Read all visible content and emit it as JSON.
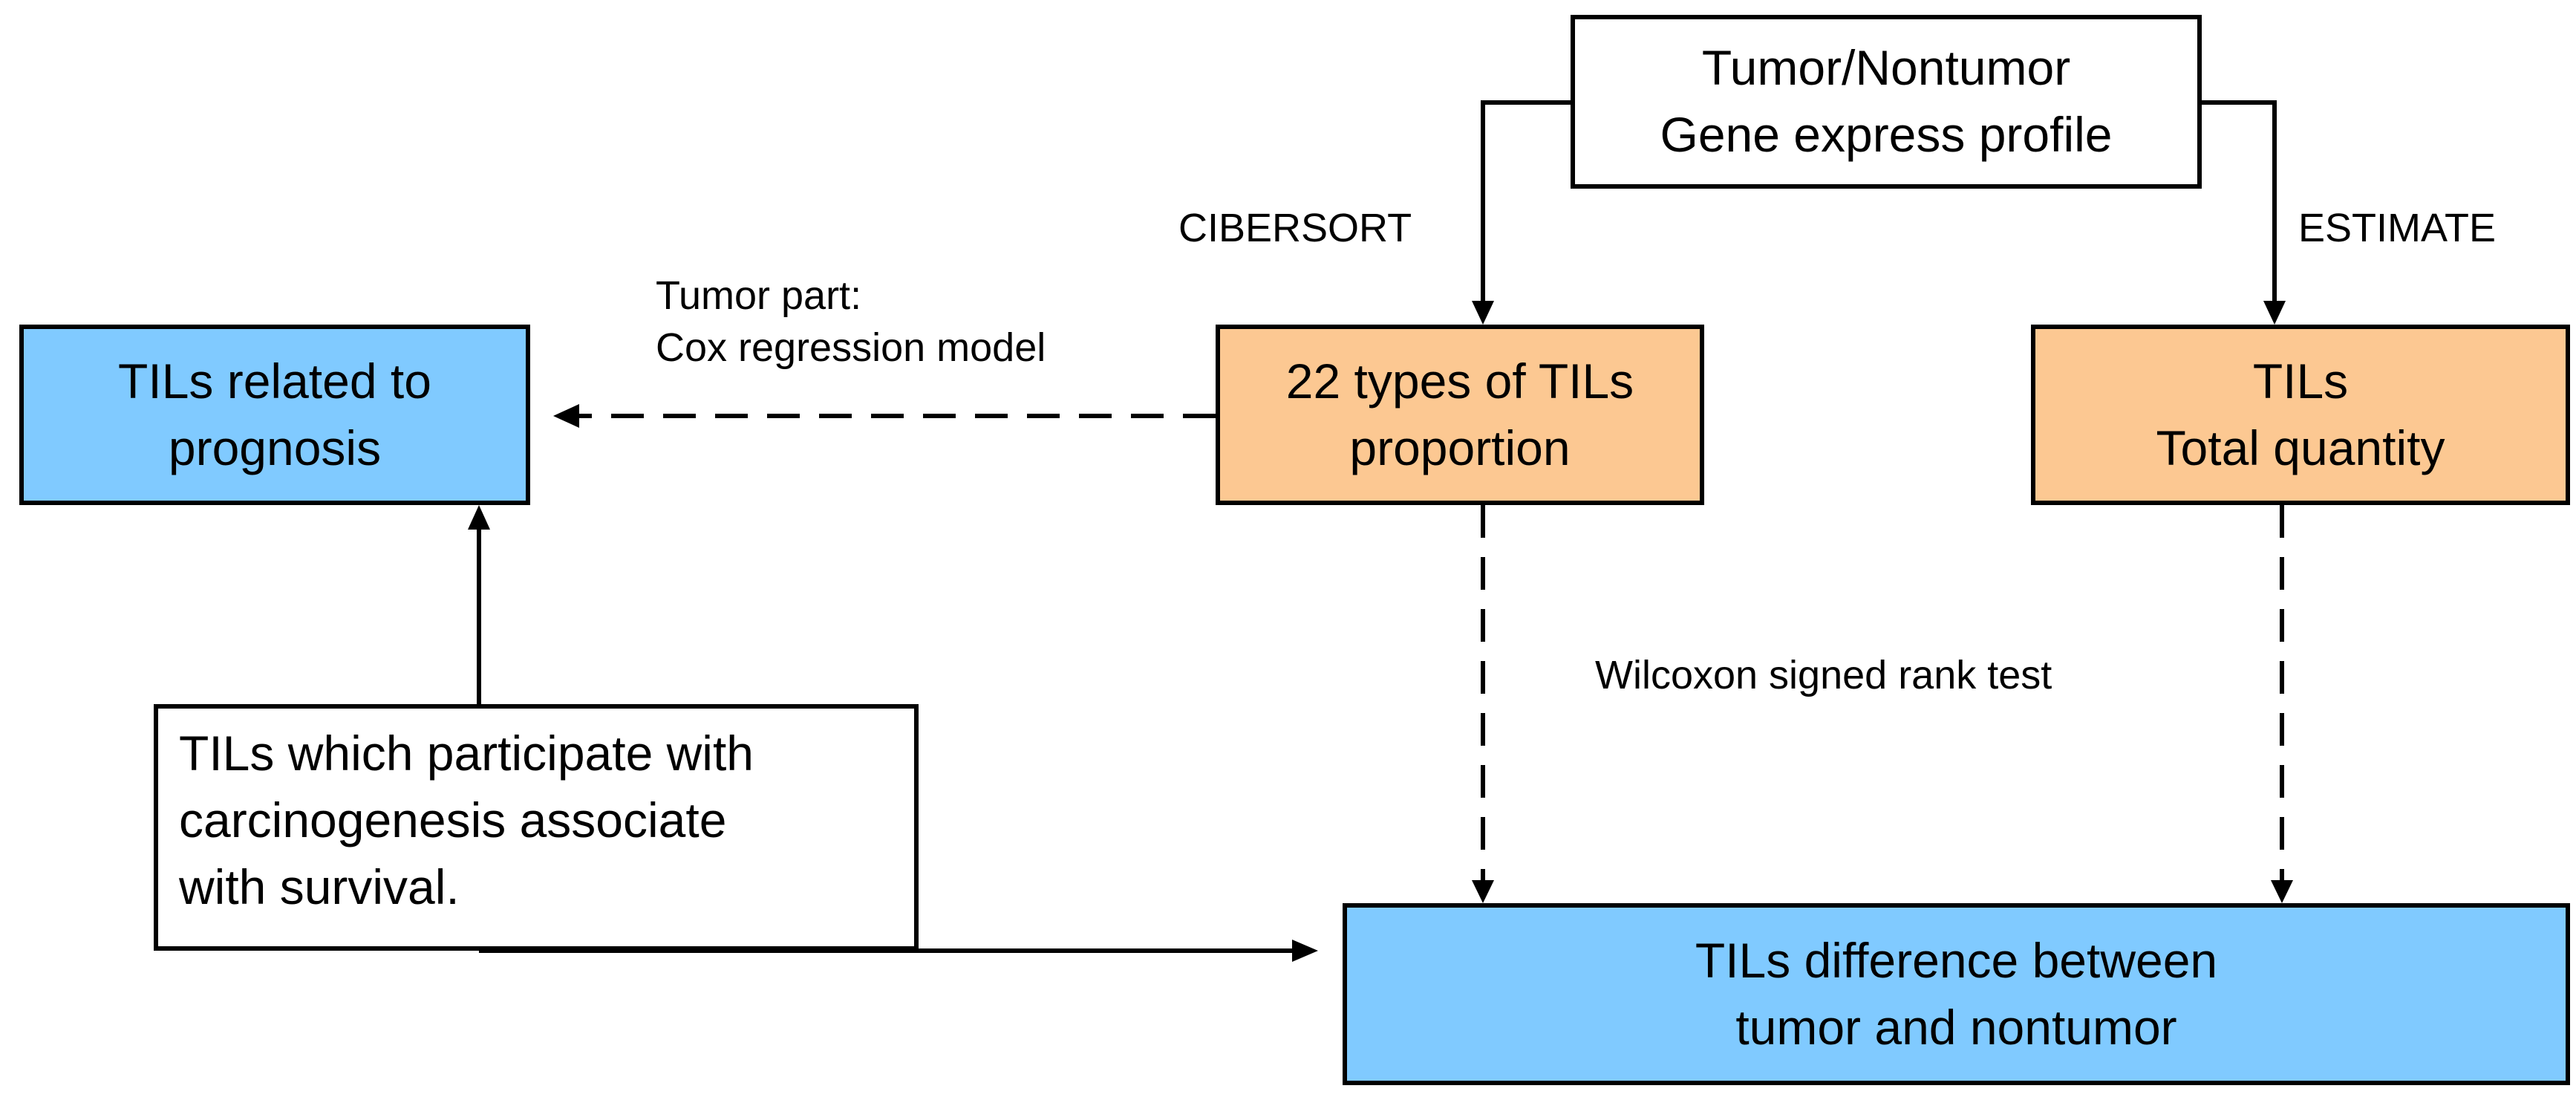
{
  "nodes": {
    "profile": {
      "lines": [
        "Tumor/Nontumor",
        "Gene express profile"
      ],
      "fill": "#ffffff"
    },
    "tils_types": {
      "lines": [
        "22 types of TILs",
        "proportion"
      ],
      "fill": "#fcc892"
    },
    "tils_total": {
      "lines": [
        "TILs",
        "Total quantity"
      ],
      "fill": "#fcc892"
    },
    "prognosis": {
      "lines": [
        "TILs related to",
        "prognosis"
      ],
      "fill": "#80caff"
    },
    "carcinogenesis": {
      "lines": [
        "TILs which participate with",
        "carcinogenesis associate",
        "with survival."
      ],
      "fill": "#ffffff"
    },
    "difference": {
      "lines": [
        "TILs difference between",
        "tumor and nontumor"
      ],
      "fill": "#80caff"
    }
  },
  "edge_labels": {
    "cibersort": "CIBERSORT",
    "estimate": "ESTIMATE",
    "tumor_part": [
      "Tumor part:",
      "Cox regression model"
    ],
    "wilcoxon": "Wilcoxon signed rank test"
  },
  "edges": [
    {
      "from": "profile",
      "to": "tils_types",
      "style": "solid",
      "label": "CIBERSORT"
    },
    {
      "from": "profile",
      "to": "tils_total",
      "style": "solid",
      "label": "ESTIMATE"
    },
    {
      "from": "tils_types",
      "to": "prognosis",
      "style": "dashed",
      "label": "Tumor part: Cox regression model"
    },
    {
      "from": "tils_types",
      "to": "difference",
      "style": "dashed",
      "label": "Wilcoxon signed rank test"
    },
    {
      "from": "tils_total",
      "to": "difference",
      "style": "dashed",
      "label": "Wilcoxon signed rank test"
    },
    {
      "from": "carcinogenesis",
      "to": "prognosis",
      "style": "solid"
    },
    {
      "from": "carcinogenesis",
      "to": "difference",
      "style": "solid"
    }
  ]
}
